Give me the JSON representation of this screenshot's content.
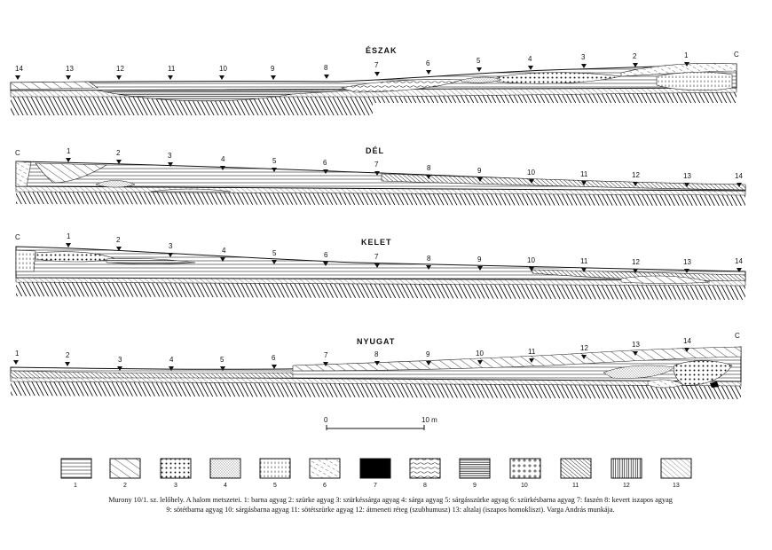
{
  "sections": [
    {
      "title": "ÉSZAK",
      "stations": [
        "14",
        "13",
        "12",
        "11",
        "10",
        "9",
        "8",
        "7",
        "6",
        "5",
        "4",
        "3",
        "2",
        "1",
        "C"
      ]
    },
    {
      "title": "DÉL",
      "stations": [
        "C",
        "1",
        "2",
        "3",
        "4",
        "5",
        "6",
        "7",
        "8",
        "9",
        "10",
        "11",
        "12",
        "13",
        "14"
      ]
    },
    {
      "title": "KELET",
      "stations": [
        "C",
        "1",
        "2",
        "3",
        "4",
        "5",
        "6",
        "7",
        "8",
        "9",
        "10",
        "11",
        "12",
        "13",
        "14"
      ]
    },
    {
      "title": "NYUGAT",
      "stations": [
        "1",
        "2",
        "3",
        "4",
        "5",
        "6",
        "7",
        "8",
        "9",
        "10",
        "11",
        "12",
        "13",
        "14",
        "C"
      ]
    }
  ],
  "scale": {
    "start": "0",
    "end": "10 m"
  },
  "legend": [
    {
      "num": "1",
      "pattern": "horizontal-lines"
    },
    {
      "num": "2",
      "pattern": "wide-diagonal-hatch"
    },
    {
      "num": "3",
      "pattern": "large-dots"
    },
    {
      "num": "4",
      "pattern": "fine-stipple"
    },
    {
      "num": "5",
      "pattern": "vertical-dashes"
    },
    {
      "num": "6",
      "pattern": "diagonal-dashes"
    },
    {
      "num": "7",
      "pattern": "solid-black"
    },
    {
      "num": "8",
      "pattern": "wavy-lines"
    },
    {
      "num": "9",
      "pattern": "dense-horizontal-lines"
    },
    {
      "num": "10",
      "pattern": "open-dots"
    },
    {
      "num": "11",
      "pattern": "dense-diagonal-hatch"
    },
    {
      "num": "12",
      "pattern": "vertical-lines"
    },
    {
      "num": "13",
      "pattern": "thin-diagonal-hatch"
    }
  ],
  "caption": {
    "line1": "Murony 10/1. sz. lelőhely. A halom metszetei. 1: barna agyag 2: szürke agyag 3: szürkéssárga agyag 4: sárga agyag 5: sárgásszürke agyag 6: szürkésbarna agyag 7: faszén 8: kevert iszapos agyag",
    "line2": "9: sötétbarna agyag 10: sárgásbarna agyag 11: sötétszürke agyag 12: átmeneti réteg (szubhumusz) 13: altalaj (iszapos homokliszt). Varga András munkája."
  }
}
